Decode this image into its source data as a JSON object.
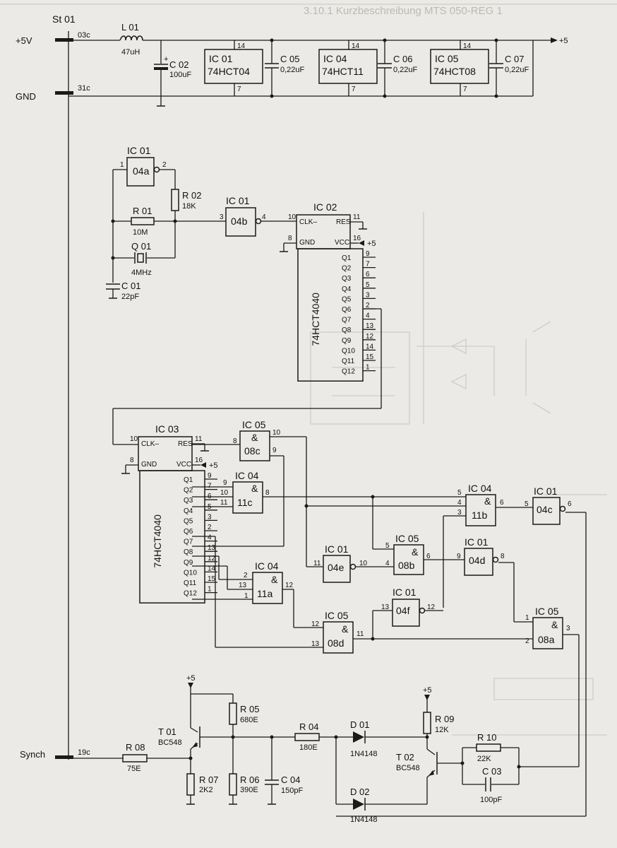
{
  "page": {
    "title": "3.10.1 Kurzbeschreibung MTS 050-REG 1"
  },
  "connector": {
    "name": "St 01",
    "pins": [
      {
        "label": "+5V",
        "pin": "03c"
      },
      {
        "label": "GND",
        "pin": "31c"
      },
      {
        "label": "Synch",
        "pin": "19c"
      }
    ]
  },
  "rail": {
    "plus5_label": "+5"
  },
  "power_section": {
    "inductor": {
      "ref": "L 01",
      "value": "47uH"
    },
    "cap_main": {
      "ref": "C 02",
      "value": "100uF",
      "polarity": "+"
    },
    "chips": [
      {
        "ref": "IC 01",
        "type": "74HCT04",
        "vcc_pin": "14",
        "gnd_pin": "7"
      },
      {
        "ref": "IC 04",
        "type": "74HCT11",
        "vcc_pin": "14",
        "gnd_pin": "7"
      },
      {
        "ref": "IC 05",
        "type": "74HCT08",
        "vcc_pin": "14",
        "gnd_pin": "7"
      }
    ],
    "decoupling": [
      {
        "ref": "C 05",
        "value": "0,22uF"
      },
      {
        "ref": "C 06",
        "value": "0,22uF"
      },
      {
        "ref": "C 07",
        "value": "0,22uF"
      }
    ]
  },
  "oscillator": {
    "gate_a": {
      "ref": "IC 01",
      "name": "04a",
      "pin_in": "1",
      "pin_out": "2"
    },
    "gate_b": {
      "ref": "IC 01",
      "name": "04b",
      "pin_in": "3",
      "pin_out": "4"
    },
    "r02": {
      "ref": "R 02",
      "value": "18K"
    },
    "r01": {
      "ref": "R 01",
      "value": "10M"
    },
    "q01": {
      "ref": "Q 01",
      "value": "4MHz"
    },
    "c01": {
      "ref": "C 01",
      "value": "22pF"
    }
  },
  "counters": [
    {
      "ref": "IC 02",
      "type": "74HCT4040",
      "clk": "CLK–",
      "res": "RES",
      "gnd": "GND",
      "vcc": "VCC",
      "clk_pin": "10",
      "res_pin": "11",
      "gnd_pin": "8",
      "vcc_pin": "16",
      "vcc_label": "+5",
      "outputs": [
        "Q1",
        "Q2",
        "Q3",
        "Q4",
        "Q5",
        "Q6",
        "Q7",
        "Q8",
        "Q9",
        "Q10",
        "Q11",
        "Q12"
      ],
      "output_pins": [
        "9",
        "7",
        "6",
        "5",
        "3",
        "2",
        "4",
        "13",
        "12",
        "14",
        "15",
        "1"
      ]
    },
    {
      "ref": "IC 03",
      "type": "74HCT4040",
      "clk": "CLK–",
      "res": "RES",
      "gnd": "GND",
      "vcc": "VCC",
      "clk_pin": "10",
      "res_pin": "11",
      "gnd_pin": "8",
      "vcc_pin": "16",
      "vcc_label": "+5",
      "outputs": [
        "Q1",
        "Q2",
        "Q3",
        "Q4",
        "Q5",
        "Q6",
        "Q7",
        "Q8",
        "Q9",
        "Q10",
        "Q11",
        "Q12"
      ],
      "output_pins": [
        "9",
        "7",
        "6",
        "5",
        "3",
        "2",
        "4",
        "13",
        "12",
        "14",
        "15",
        "1"
      ]
    }
  ],
  "logic": {
    "and_symbol": "&",
    "g08c": {
      "ref": "IC 05",
      "name": "08c",
      "p_in1": "8",
      "p_in2": "9",
      "p_out": "10"
    },
    "g11c": {
      "ref": "IC 04",
      "name": "11c",
      "p_in1": "9",
      "p_in2": "10",
      "p_in3": "11",
      "p_out": "8"
    },
    "g11b": {
      "ref": "IC 04",
      "name": "11b",
      "p_in1": "5",
      "p_in2": "4",
      "p_in3": "3",
      "p_out": "6"
    },
    "g04c": {
      "ref": "IC 01",
      "name": "04c",
      "p_in": "5",
      "p_out": "6"
    },
    "g04e": {
      "ref": "IC 01",
      "name": "04e",
      "p_in": "11",
      "p_out": "10"
    },
    "g08b": {
      "ref": "IC 05",
      "name": "08b",
      "p_in1": "5",
      "p_in2": "4",
      "p_out": "6"
    },
    "g04d": {
      "ref": "IC 01",
      "name": "04d",
      "p_in": "9",
      "p_out": "8"
    },
    "g11a": {
      "ref": "IC 04",
      "name": "11a",
      "p_in1": "2",
      "p_in2": "13",
      "p_in3": "1",
      "p_out": "12"
    },
    "g04f": {
      "ref": "IC 01",
      "name": "04f",
      "p_in": "13",
      "p_out": "12"
    },
    "g08d": {
      "ref": "IC 05",
      "name": "08d",
      "p_in1": "12",
      "p_in2": "13",
      "p_out": "11"
    },
    "g08a": {
      "ref": "IC 05",
      "name": "08a",
      "p_in1": "1",
      "p_in2": "2",
      "p_out": "3"
    }
  },
  "sync_stage": {
    "plus5": "+5",
    "t01": {
      "ref": "T 01",
      "type": "BC548"
    },
    "t02": {
      "ref": "T 02",
      "type": "BC548"
    },
    "r08": {
      "ref": "R 08",
      "value": "75E"
    },
    "r07": {
      "ref": "R 07",
      "value": "2K2"
    },
    "r05": {
      "ref": "R 05",
      "value": "680E"
    },
    "r06": {
      "ref": "R 06",
      "value": "390E"
    },
    "c04": {
      "ref": "C 04",
      "value": "150pF"
    },
    "r04": {
      "ref": "R 04",
      "value": "180E"
    },
    "d01": {
      "ref": "D 01",
      "value": "1N4148"
    },
    "d02": {
      "ref": "D 02",
      "value": "1N4148"
    },
    "r09": {
      "ref": "R 09",
      "value": "12K"
    },
    "r10": {
      "ref": "R 10",
      "value": "22K"
    },
    "c03": {
      "ref": "C 03",
      "value": "100pF"
    }
  }
}
